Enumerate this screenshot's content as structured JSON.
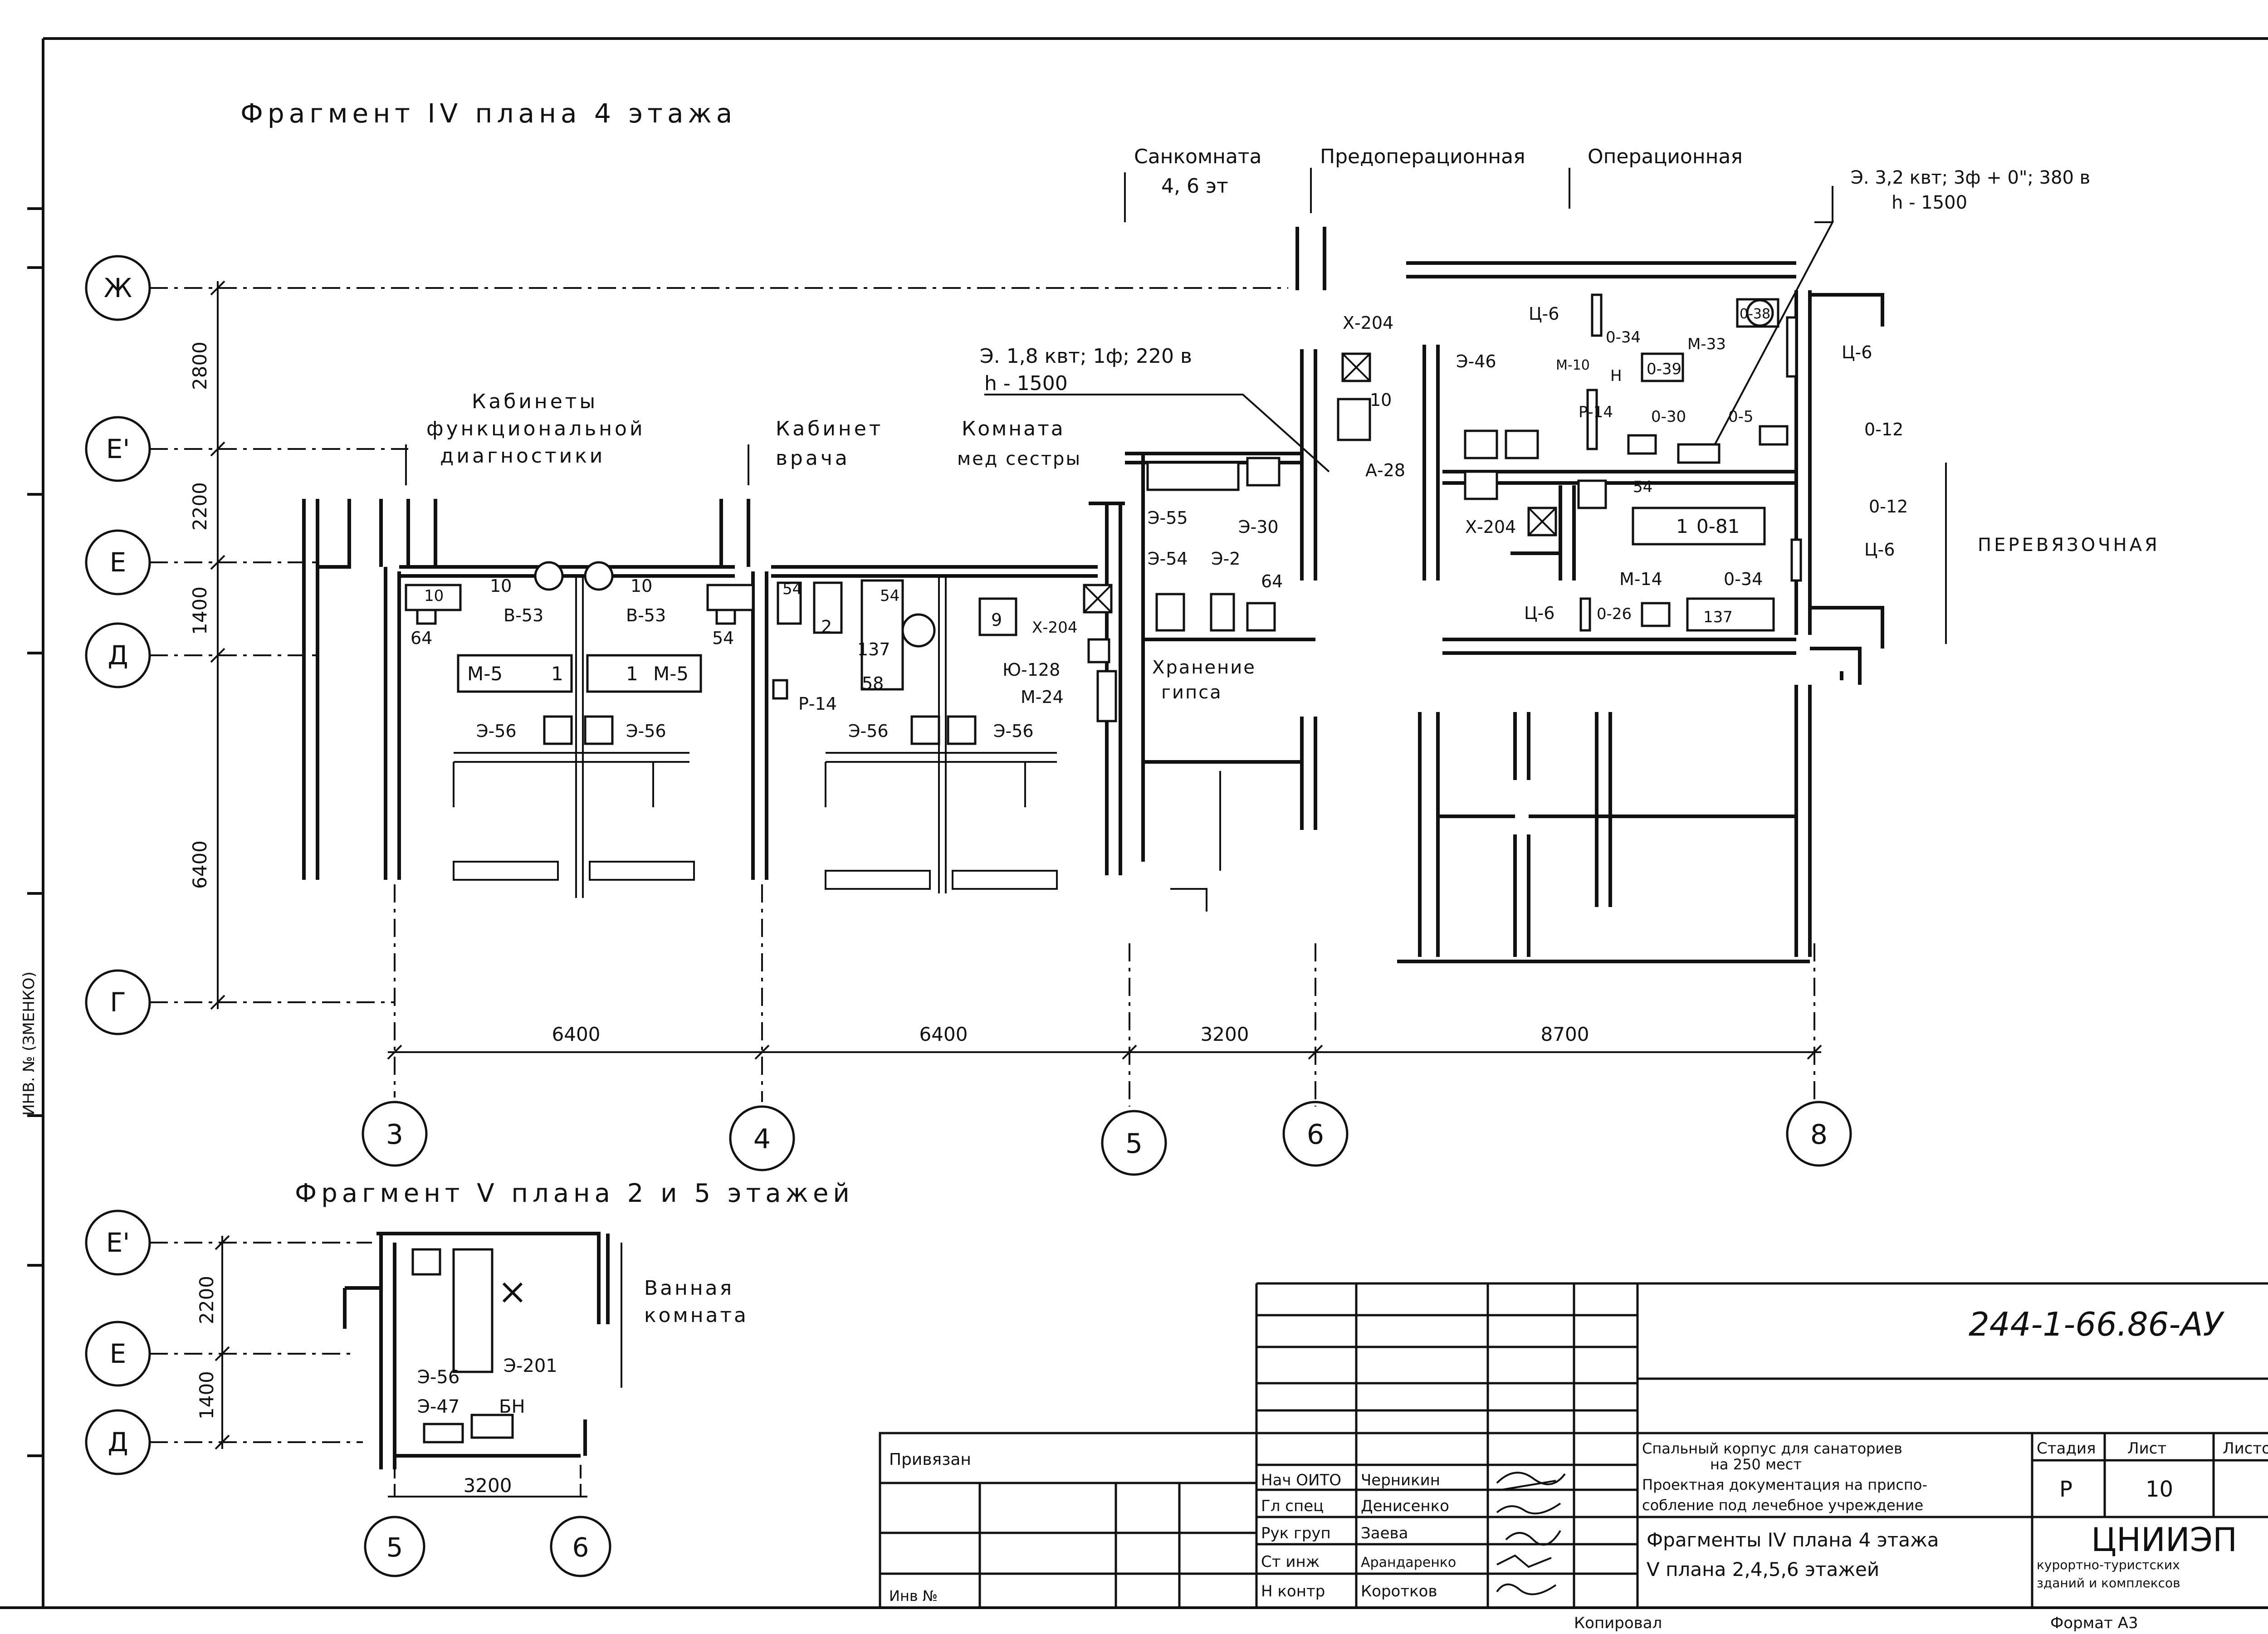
{
  "title_frag4": "Фрагмент IV плана 4 этажа",
  "title_frag5": "Фрагмент V плана 2 и 5 этажей",
  "side_stamp": "ИНВ. № (ЗМЕНКО)",
  "axes_rows": [
    "Ж",
    "Е'",
    "Е",
    "Д",
    "Г"
  ],
  "axes_cols": [
    "3",
    "4",
    "5",
    "6",
    "8"
  ],
  "frag5_rows": [
    "Е'",
    "Е",
    "Д"
  ],
  "frag5_cols": [
    "5",
    "6"
  ],
  "row_dims": [
    "2800",
    "2200",
    "1400",
    "6400"
  ],
  "col_dims": [
    "6400",
    "6400",
    "3200",
    "8700"
  ],
  "frag5_row_dims": [
    "2200",
    "1400"
  ],
  "frag5_col_dim": "3200",
  "rooms": {
    "sankomnata": "Санкомната 4, 6 эт",
    "sankomnata_line1": "Санкомната",
    "sankomnata_line2": "4, 6 эт",
    "preop": "Предоперационная",
    "oper": "Операционная",
    "kabinety1": "Кабинеты",
    "kabinety2": "функциональной",
    "kabinety3": "диагностики",
    "vrach1": "Кабинет",
    "vrach2": "врача",
    "medsestra1": "Комната",
    "medsestra2": "мед сестры",
    "gips1": "Хранение",
    "gips2": "гипса",
    "perevyaz": "ПЕРЕВЯЗОЧНАЯ",
    "vannaya1": "Ванная",
    "vannaya2": "комната"
  },
  "power_notes": {
    "p1_line1": "Э. 1,8 квт; 1ф; 220 в",
    "p1_line2": "h - 1500",
    "p2_line1": "Э. 3,2 квт; 3ф + 0\"; 380 в",
    "p2_line2": "h - 1500"
  },
  "equipment_labels": [
    "10",
    "64",
    "В-53",
    "10",
    "В-53",
    "10",
    "54",
    "М-5",
    "1",
    "1",
    "М-5",
    "Э-56",
    "Э-56",
    "54",
    "54",
    "2",
    "137",
    "58",
    "9",
    "Х-204",
    "Р-14",
    "Ю-128",
    "М-24",
    "Э-56",
    "Э-56",
    "Э-55",
    "Э-30",
    "Э-54",
    "Э-2",
    "64",
    "Х-204",
    "10",
    "А-28",
    "Ц-6",
    "0-34",
    "0-38",
    "М-33",
    "Ц-6",
    "Э-46",
    "М-10",
    "Н",
    "0-39",
    "Р-14",
    "0-30",
    "0-5",
    "0-12",
    "54",
    "Х-204",
    "1",
    "0-81",
    "0-12",
    "Ц-6",
    "М-14",
    "0-34",
    "Ц-6",
    "0-26",
    "137",
    "Э-56",
    "Э-201",
    "Э-47",
    "БН"
  ],
  "title_block": {
    "code": "244-1-66.86-АУ",
    "project_line1": "Спальный корпус для санаториев",
    "project_line2": "на 250 мест",
    "project_line3": "Проектная документация на приспо-",
    "project_line4": "собление под лечебное учреждение",
    "sheet_title1": "Фрагменты IV плана 4 этажа",
    "sheet_title2": "V плана 2,4,5,6 этажей",
    "stage_label": "Стадия",
    "sheet_label": "Лист",
    "sheets_label": "Листов",
    "stage": "Р",
    "sheet": "10",
    "org_name": "ЦНИИЭП",
    "org_sub1": "курортно-туристских",
    "org_sub2": "зданий и комплексов",
    "privyazan": "Привязан",
    "inv_no": "Инв №",
    "roles": [
      "Нач ОИТО",
      "Гл спец",
      "Рук груп",
      "Ст инж",
      "Н контр"
    ],
    "names": [
      "Черникин",
      "Денисенко",
      "Заева",
      "Арандаренко",
      "Коротков"
    ],
    "kopiroval": "Копировал",
    "format": "Формат А3"
  }
}
